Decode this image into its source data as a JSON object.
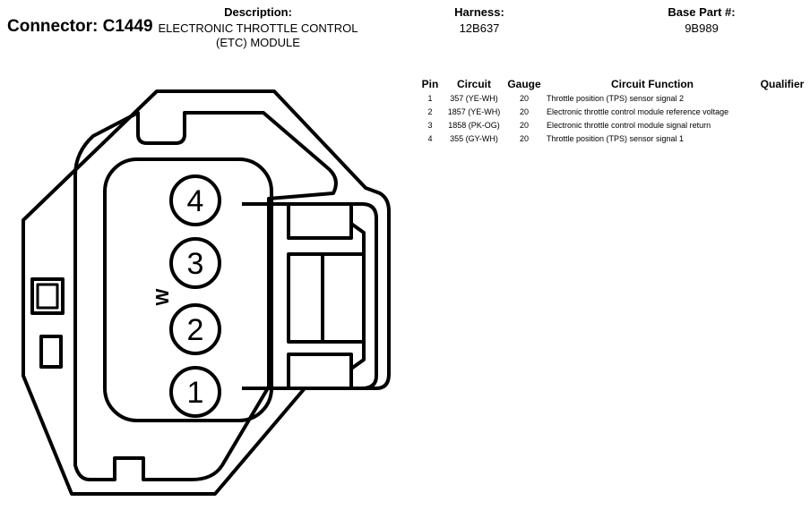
{
  "header": {
    "connector_label": "Connector: C1449",
    "description_label": "Description:",
    "description_line1": "ELECTRONIC THROTTLE CONTROL",
    "description_line2": "(ETC) MODULE",
    "harness_label": "Harness:",
    "harness_value": "12B637",
    "base_part_label": "Base Part #:",
    "base_part_value": "9B989"
  },
  "table": {
    "columns": {
      "pin": "Pin",
      "circuit": "Circuit",
      "gauge": "Gauge",
      "function": "Circuit Function",
      "qualifier": "Qualifier"
    },
    "rows": [
      {
        "pin": "1",
        "circuit": "357 (YE-WH)",
        "gauge": "20",
        "function": "Throttle position (TPS) sensor signal 2",
        "qualifier": ""
      },
      {
        "pin": "2",
        "circuit": "1857 (YE-WH)",
        "gauge": "20",
        "function": "Electronic throttle control module reference voltage",
        "qualifier": ""
      },
      {
        "pin": "3",
        "circuit": "1858 (PK-OG)",
        "gauge": "20",
        "function": "Electronic throttle control module signal return",
        "qualifier": ""
      },
      {
        "pin": "4",
        "circuit": "355 (GY-WH)",
        "gauge": "20",
        "function": "Throttle position (TPS) sensor signal 1",
        "qualifier": ""
      }
    ]
  },
  "diagram": {
    "pins": [
      "4",
      "3",
      "2",
      "1"
    ],
    "mark": "W"
  }
}
